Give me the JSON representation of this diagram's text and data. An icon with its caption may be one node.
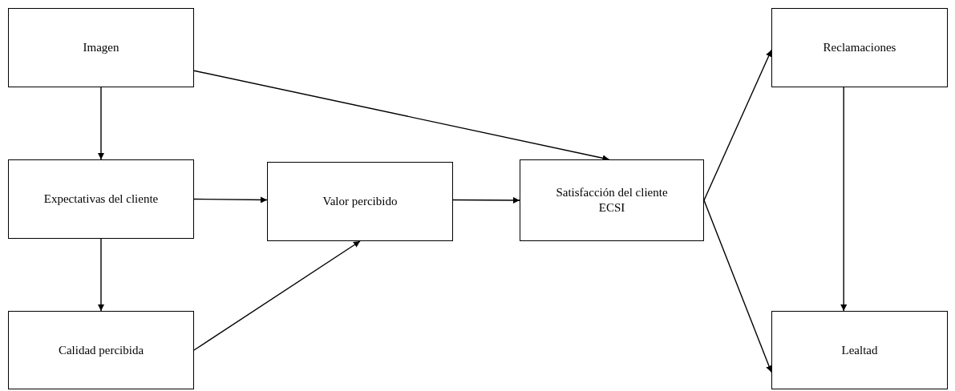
{
  "diagram": {
    "nodes": [
      {
        "text": [
          "Imagen"
        ]
      },
      {
        "text": [
          "Expectativas del cliente"
        ]
      },
      {
        "text": [
          "Calidad percibida"
        ]
      },
      {
        "text": [
          "Valor percibido"
        ]
      },
      {
        "text": [
          "Satisfacción del cliente",
          "ECSI"
        ]
      },
      {
        "text": [
          "Reclamaciones"
        ]
      },
      {
        "text": [
          "Lealtad"
        ]
      }
    ],
    "edges": [
      {
        "from": 0,
        "to": 1,
        "arrow": "to"
      },
      {
        "from": 0,
        "to": 4,
        "arrow": "to"
      },
      {
        "from": 1,
        "to": 3,
        "arrow": "to"
      },
      {
        "from": 1,
        "to": 2,
        "arrow": "to"
      },
      {
        "from": 2,
        "to": 3,
        "arrow": "to"
      },
      {
        "from": 3,
        "to": 4,
        "arrow": "to"
      },
      {
        "from": 4,
        "to": 5,
        "arrow": "to"
      },
      {
        "from": 4,
        "to": 6,
        "arrow": "to"
      },
      {
        "from": 5,
        "to": 6,
        "arrow": "to"
      }
    ]
  }
}
